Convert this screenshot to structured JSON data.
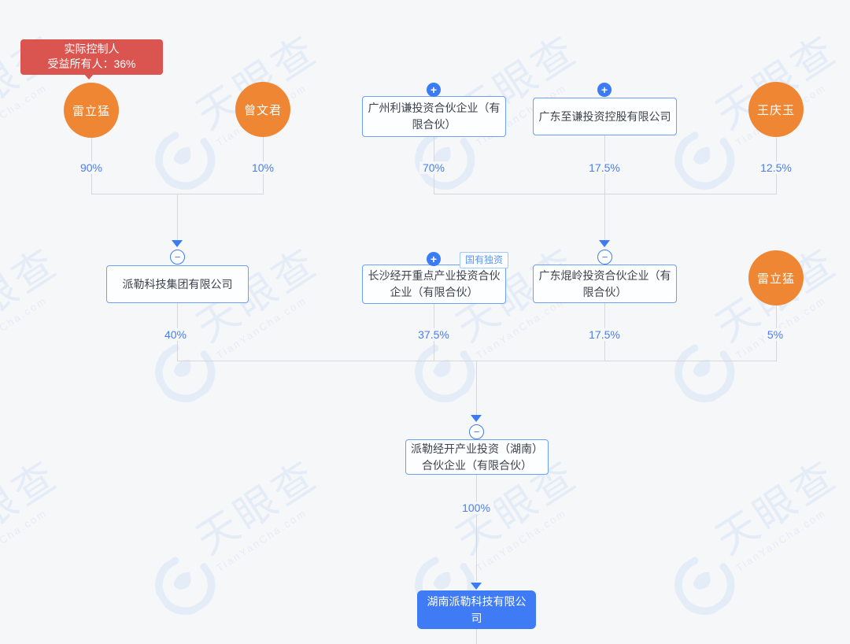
{
  "watermark": {
    "brand": "天眼查",
    "domain": "TianYanCha.com"
  },
  "badge": {
    "line1": "实际控制人",
    "line2": "受益所有人：36%"
  },
  "icons": {
    "expand": "+",
    "collapse": "−"
  },
  "colors": {
    "background": "#f6f7f9",
    "accent_blue": "#3c7bf6",
    "percent_blue": "#4a7df0",
    "person_orange": "#ee8633",
    "badge_red": "#da554f",
    "box_border_blue": "#6ba0f8",
    "primary_box_blue": "#3e7bf4",
    "connector_gray": "#d5d7db",
    "watermark_blue": "#d9e5f6"
  },
  "nodes": {
    "person_lei_top": {
      "label": "雷立猛"
    },
    "person_zeng": {
      "label": "曾文君"
    },
    "person_wang": {
      "label": "王庆玉"
    },
    "person_lei_mid": {
      "label": "雷立猛"
    },
    "co_lqian": {
      "label": "广州利谦投资合伙企业（有限合伙）"
    },
    "co_zqian": {
      "label": "广东至谦投资控股有限公司"
    },
    "co_paile_group": {
      "label": "派勒科技集团有限公司"
    },
    "co_changsha": {
      "label": "长沙经开重点产业投资合伙企业（有限合伙）",
      "tag": "国有独资"
    },
    "co_kunling": {
      "label": "广东焜岭投资合伙企业（有限合伙）"
    },
    "co_paile_jk": {
      "label": "派勒经开产业投资（湖南）合伙企业（有限合伙）"
    },
    "co_hunan_paile": {
      "label": "湖南派勒科技有限公司"
    }
  },
  "ownership": [
    {
      "from": "雷立猛",
      "to": "派勒科技集团有限公司",
      "percent": "90%"
    },
    {
      "from": "曾文君",
      "to": "派勒科技集团有限公司",
      "percent": "10%"
    },
    {
      "from": "广州利谦投资合伙企业（有限合伙）",
      "to": "广东焜岭投资合伙企业（有限合伙）",
      "percent": "70%"
    },
    {
      "from": "广东至谦投资控股有限公司",
      "to": "广东焜岭投资合伙企业（有限合伙）",
      "percent": "17.5%"
    },
    {
      "from": "王庆玉",
      "to": "广东焜岭投资合伙企业（有限合伙）",
      "percent": "12.5%"
    },
    {
      "from": "派勒科技集团有限公司",
      "to": "派勒经开产业投资（湖南）合伙企业（有限合伙）",
      "percent": "40%"
    },
    {
      "from": "长沙经开重点产业投资合伙企业（有限合伙）",
      "to": "派勒经开产业投资（湖南）合伙企业（有限合伙）",
      "percent": "37.5%"
    },
    {
      "from": "广东焜岭投资合伙企业（有限合伙）",
      "to": "派勒经开产业投资（湖南）合伙企业（有限合伙）",
      "percent": "17.5%"
    },
    {
      "from": "雷立猛",
      "to": "派勒经开产业投资（湖南）合伙企业（有限合伙）",
      "percent": "5%"
    },
    {
      "from": "派勒经开产业投资（湖南）合伙企业（有限合伙）",
      "to": "湖南派勒科技有限公司",
      "percent": "100%"
    }
  ]
}
